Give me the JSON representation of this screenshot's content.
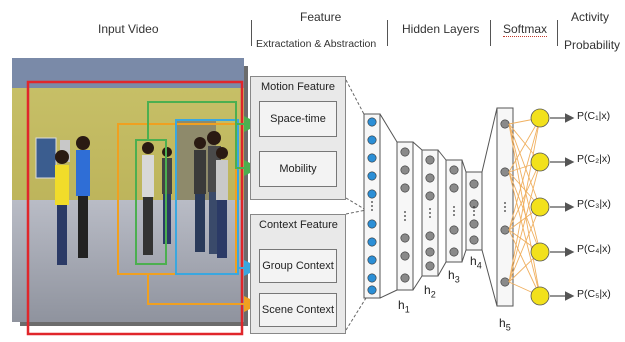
{
  "headers": {
    "input_video": "Input Video",
    "feature_line1": "Feature",
    "feature_line2": "Extractation & Abstraction",
    "hidden_layers": "Hidden Layers",
    "softmax": "Softmax",
    "activity_line1": "Activity",
    "activity_line2": "Probability"
  },
  "motion_panel": {
    "title": "Motion Feature",
    "items": [
      "Space-time",
      "Mobility"
    ]
  },
  "context_panel": {
    "title": "Context Feature",
    "items": [
      "Group Context",
      "Scene Context"
    ]
  },
  "hidden_layer_labels": [
    {
      "base": "h",
      "sub": "1"
    },
    {
      "base": "h",
      "sub": "2"
    },
    {
      "base": "h",
      "sub": "3"
    },
    {
      "base": "h",
      "sub": "4"
    },
    {
      "base": "h",
      "sub": "5"
    }
  ],
  "outputs": [
    "P(C₁|x)",
    "P(C₂|x)",
    "P(C₃|x)",
    "P(C₄|x)",
    "P(C₅|x)"
  ],
  "colors": {
    "red": "#e0262b",
    "green": "#4caf50",
    "orange": "#f0a020",
    "blue": "#3aa7e0",
    "input_node": "#2c8fd6",
    "hidden_node": "#8a8a8a",
    "output_node": "#f2e11c",
    "output_edge": "#f0b060"
  }
}
